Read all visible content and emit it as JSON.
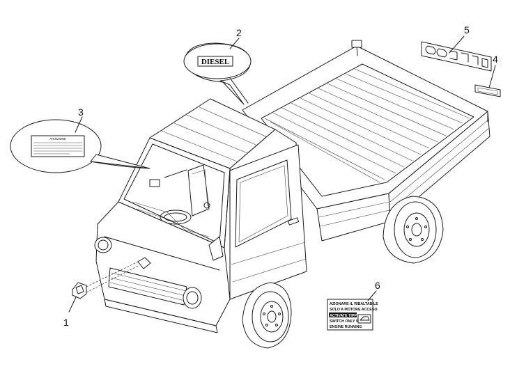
{
  "callouts": {
    "c1": "1",
    "c2": "2",
    "c3": "3",
    "c4": "4",
    "c5": "5",
    "c6": "6"
  },
  "decals": {
    "diesel_text": "DIESEL",
    "atenzione_title": "ATENZIONE",
    "tipping_lines": [
      "AZIONARE IL RIBALTABILE",
      "SOLO A MOTORE ACCESO",
      "ACTIVATE TIPPING",
      "SWITCH ONLY WITH",
      "ENGINE RUNNING"
    ]
  }
}
